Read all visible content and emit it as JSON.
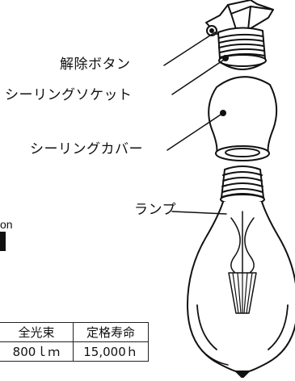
{
  "labels": {
    "release_button": "解除ボタン",
    "ceiling_socket": "シーリングソケット",
    "ceiling_cover": "シーリングカバー",
    "lamp": "ランプ"
  },
  "partial_text": "on",
  "table": {
    "headers": [
      "全光束",
      "定格寿命"
    ],
    "row": [
      "800ｌｍ",
      "15,000ｈ"
    ]
  },
  "colors": {
    "line": "#111111",
    "background": "#ffffff"
  }
}
